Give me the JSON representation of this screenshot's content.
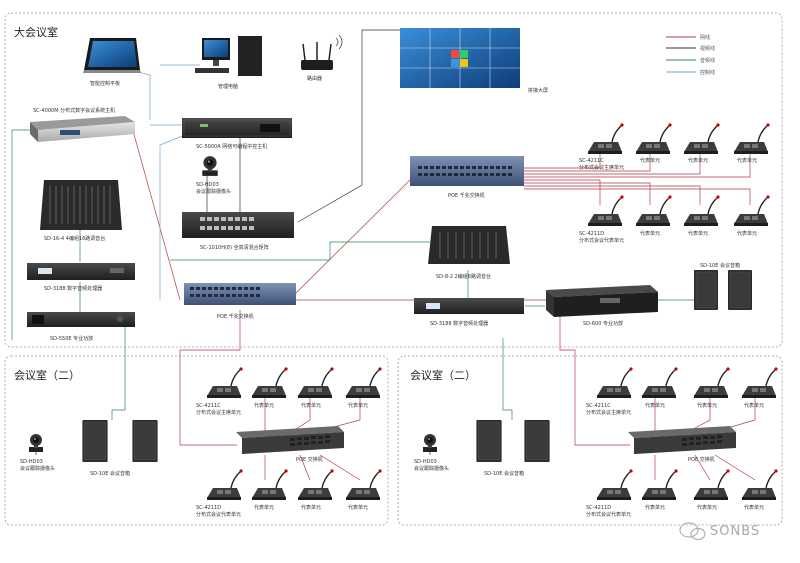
{
  "rooms": {
    "main": "大会议室",
    "sub_left": "会议室（二）",
    "sub_right": "会议室（二）"
  },
  "legend": {
    "items": [
      {
        "label": "网线",
        "color": "#b23a48"
      },
      {
        "label": "视频线",
        "color": "#333333"
      },
      {
        "label": "音频线",
        "color": "#2e8b57"
      },
      {
        "label": "控制线",
        "color": "#6fa8dc"
      }
    ]
  },
  "labels": {
    "tablet": "智能控制平板",
    "pc": "管理电脑",
    "router": "路由器",
    "videowall": "拼接大屏",
    "host": "SC-4000M 分布式数字会议系统主机",
    "central": "SC-5000A 网络可编程中控主机",
    "camera_main_1": "SD-HD03",
    "camera_main_2": "会议跟踪摄像头",
    "matrix": "SC-1010H(8) 全高清混合矩阵",
    "mixer16": "SD-16-4  4编组16路调音台",
    "dsp_left": "SD-3188  数字音频处理器",
    "amp_left": "SD-550E  专业功放",
    "poe_main": "POE 千兆交换机",
    "poe_top": "POE 千兆交换机",
    "mixer8": "SD-8-2  2编组8路调音台",
    "dsp_right": "SD-3188  数字音频处理器",
    "amp_right": "SD-600  专业功放",
    "speaker_main": "SD-10E  会议音箱",
    "chair_1": "SC-4211C",
    "chair_2": "分布式会议主席单元",
    "rep_1": "SC-4211D",
    "rep_2": "分布式会议代表单元",
    "rep": "代表单元",
    "cam_sub_1": "SD-HD03",
    "cam_sub_2": "会议跟踪摄像头",
    "spk_sub": "SD-10E  会议音箱",
    "poe_sub": "POE 交换机",
    "sub_chair_1": "SC-4211C",
    "sub_chair_2": "分布式会议主席单元",
    "sub_rep_1": "SC-4211D",
    "sub_rep_2": "分布式会议代表单元"
  },
  "watermark": "SONBS"
}
